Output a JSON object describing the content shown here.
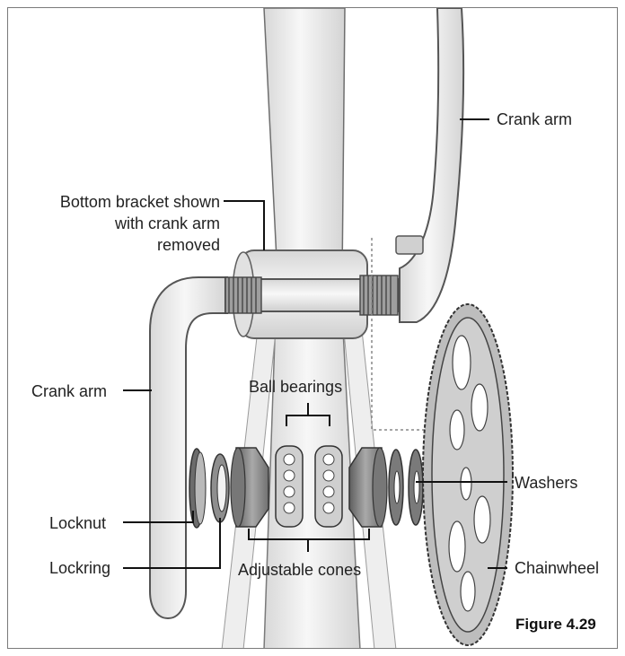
{
  "labels": {
    "crank_arm_right": "Crank arm",
    "bottom_bracket_line1": "Bottom bracket shown",
    "bottom_bracket_line2": "with crank arm",
    "bottom_bracket_line3": "removed",
    "crank_arm_left": "Crank arm",
    "ball_bearings": "Ball bearings",
    "washers": "Washers",
    "locknut": "Locknut",
    "lockring": "Lockring",
    "adjustable_cones": "Adjustable cones",
    "chainwheel": "Chainwheel"
  },
  "caption": "Figure 4.29",
  "colors": {
    "tube_fill": "#ececec",
    "tube_stroke": "#5a5a5a",
    "part_dark": "#6b6b6b",
    "part_mid": "#a7a7a7",
    "leader": "#111111"
  }
}
